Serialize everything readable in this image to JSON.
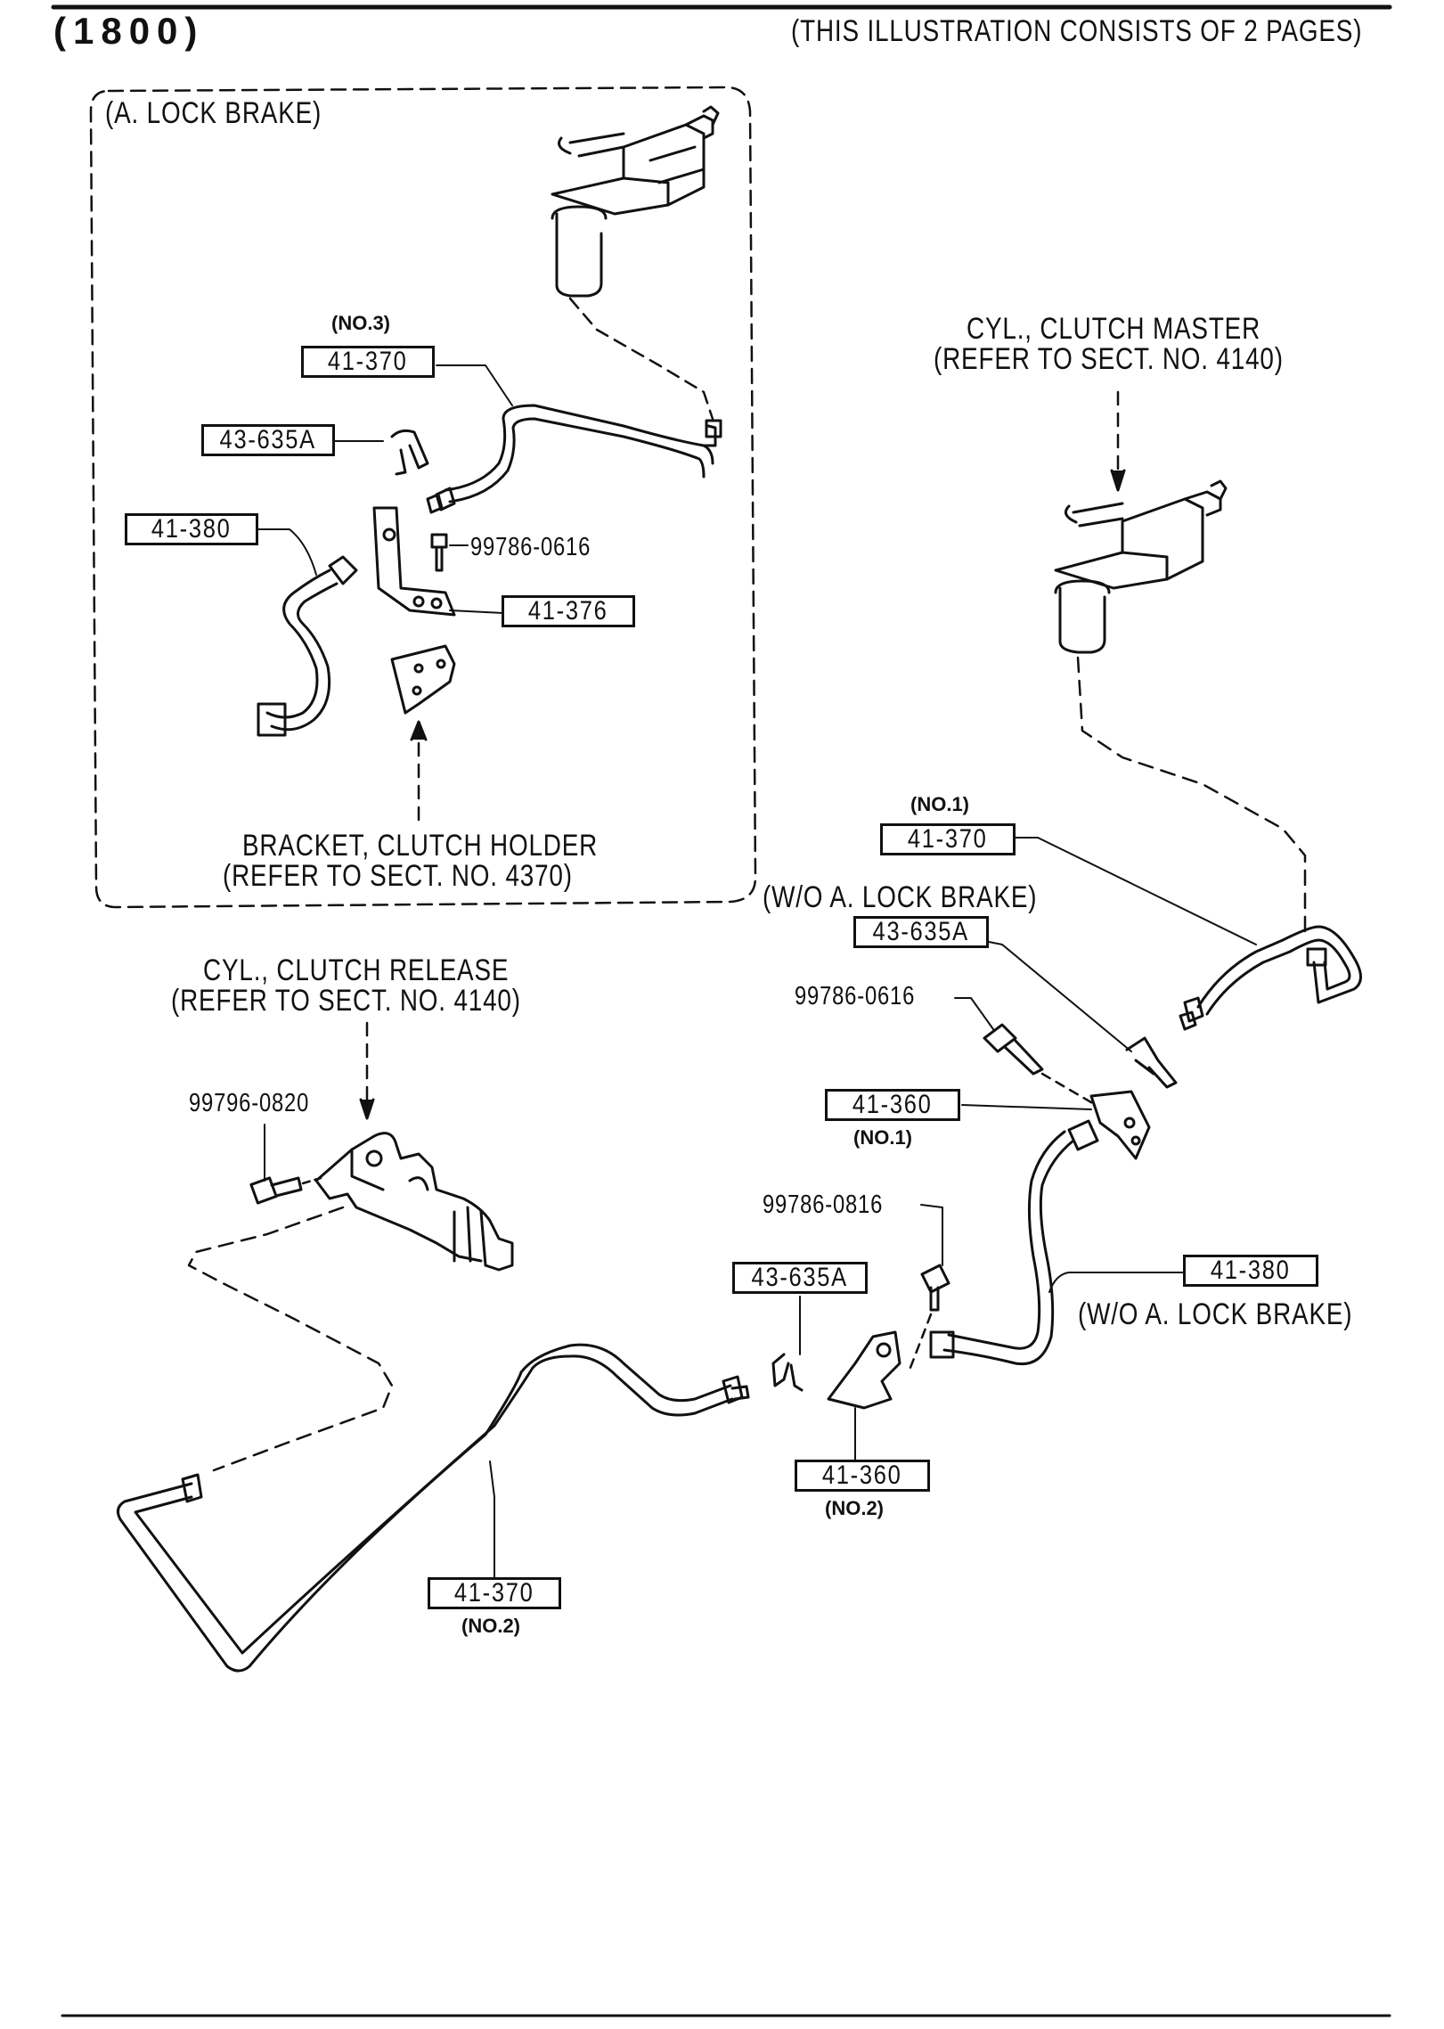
{
  "header": {
    "code": "(1800)",
    "note": "(THIS ILLUSTRATION CONSISTS OF  2 PAGES)"
  },
  "inset": {
    "title": "(A. LOCK BRAKE)",
    "bracket_label": "BRACKET, CLUTCH HOLDER",
    "bracket_ref": "(REFER TO SECT. NO. 4370)",
    "pipe_no3_sub": "(NO.3)",
    "pipe_no3_part": "41-370",
    "clip_part": "43-635A",
    "hose_part": "41-380",
    "bolt_part": "99786-0616",
    "bracket_part": "41-376"
  },
  "master": {
    "label": "CYL., CLUTCH MASTER",
    "ref": "(REFER TO SECT. NO. 4140)"
  },
  "release": {
    "label": "CYL., CLUTCH RELEASE",
    "ref": "(REFER TO SECT. NO. 4140)",
    "bolt_part": "99796-0820"
  },
  "main": {
    "pipe_no1_sub": "(NO.1)",
    "pipe_no1_part": "41-370",
    "wo_label": "(W/O A. LOCK BRAKE)",
    "clip_upper_part": "43-635A",
    "bolt_upper_part": "99786-0616",
    "bracket_no1_part": "41-360",
    "bracket_no1_sub": "(NO.1)",
    "bolt_lower_part": "99786-0816",
    "clip_lower_part": "43-635A",
    "hose_part": "41-380",
    "hose_note": "(W/O A. LOCK BRAKE)",
    "bracket_no2_part": "41-360",
    "bracket_no2_sub": "(NO.2)",
    "pipe_no2_part": "41-370",
    "pipe_no2_sub": "(NO.2)"
  }
}
